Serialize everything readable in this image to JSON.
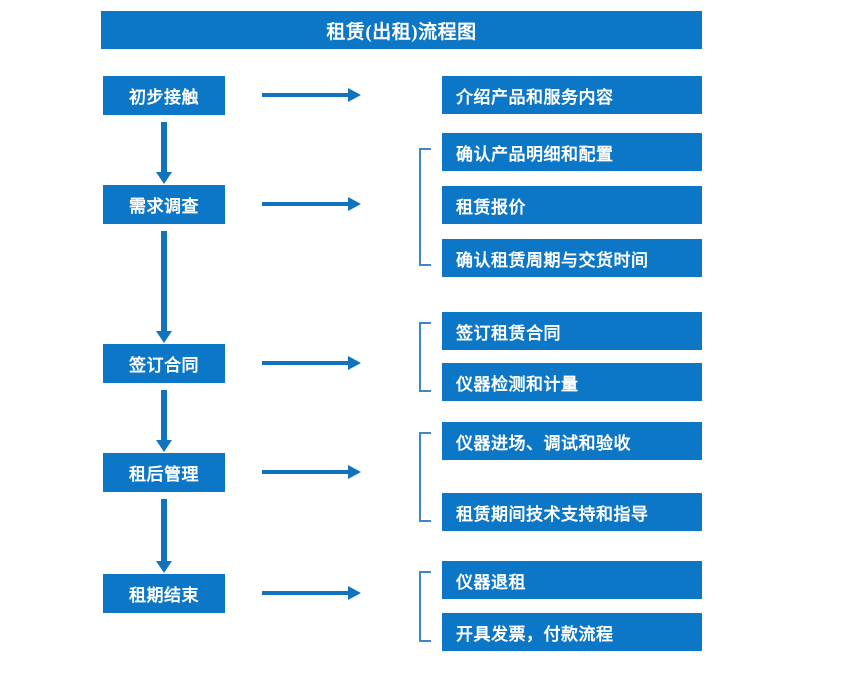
{
  "title": "租赁(出租)流程图",
  "colors": {
    "box_fill": "#0c76c7",
    "box_text": "#ffffff",
    "arrow": "#1173bd",
    "bracket": "#3f86c6",
    "background": "#ffffff"
  },
  "stages": [
    {
      "label": "初步接触"
    },
    {
      "label": "需求调查"
    },
    {
      "label": "签订合同"
    },
    {
      "label": "租后管理"
    },
    {
      "label": "租期结束"
    }
  ],
  "groups": [
    {
      "stage": "初步接触",
      "has_bracket": false,
      "items": [
        {
          "label": "介绍产品和服务内容"
        }
      ]
    },
    {
      "stage": "需求调查",
      "has_bracket": true,
      "items": [
        {
          "label": "确认产品明细和配置"
        },
        {
          "label": "租赁报价"
        },
        {
          "label": "确认租赁周期与交货时间"
        }
      ]
    },
    {
      "stage": "签订合同",
      "has_bracket": true,
      "items": [
        {
          "label": "签订租赁合同"
        },
        {
          "label": "仪器检测和计量"
        }
      ]
    },
    {
      "stage": "租后管理",
      "has_bracket": true,
      "items": [
        {
          "label": "仪器进场、调试和验收"
        },
        {
          "label": "租赁期间技术支持和指导"
        }
      ]
    },
    {
      "stage": "租期结束",
      "has_bracket": true,
      "items": [
        {
          "label": "仪器退租"
        },
        {
          "label": "开具发票，付款流程"
        }
      ]
    }
  ],
  "connectors": {
    "horizontal_arrow_icon": "arrow-right-icon",
    "vertical_arrow_icon": "arrow-down-icon",
    "bracket_icon": "group-bracket-icon"
  }
}
